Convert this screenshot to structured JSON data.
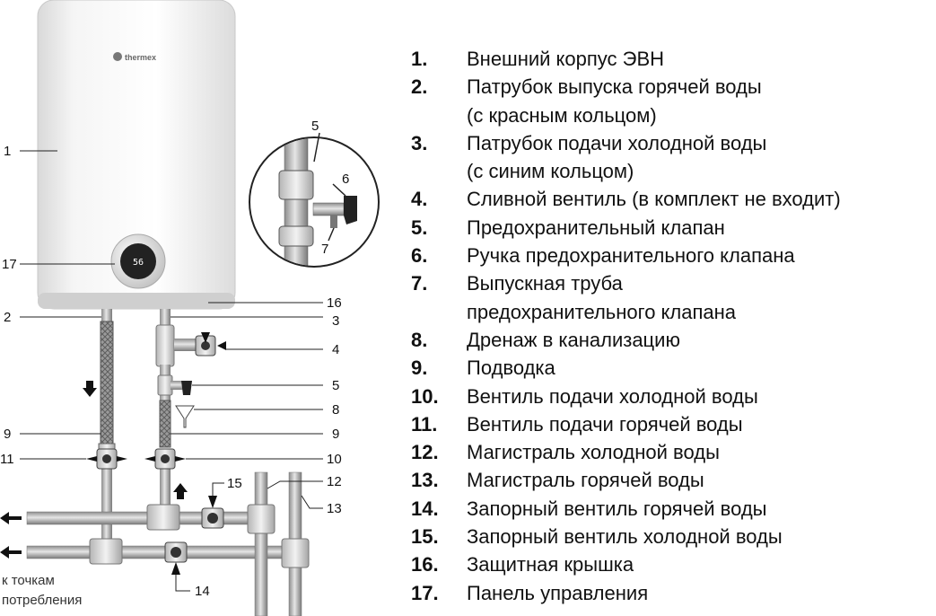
{
  "brand": "thermex",
  "display_value": "56",
  "consumer_note": [
    "к точкам",
    "потребления"
  ],
  "callouts": {
    "c1": "1",
    "c17": "17",
    "c2": "2",
    "c9l": "9",
    "c11": "11",
    "c5z": "5",
    "c6z": "6",
    "c7z": "7",
    "c16": "16",
    "c3": "3",
    "c4": "4",
    "c5": "5",
    "c8": "8",
    "c9r": "9",
    "c10": "10",
    "c15": "15",
    "c12": "12",
    "c13": "13",
    "c14": "14"
  },
  "legend": [
    {
      "num": "1.",
      "lines": [
        "Внешний корпус ЭВН"
      ]
    },
    {
      "num": "2.",
      "lines": [
        "Патрубок выпуска горячей воды",
        "(с красным кольцом)"
      ]
    },
    {
      "num": "3.",
      "lines": [
        "Патрубок подачи холодной воды",
        "(с синим кольцом)"
      ]
    },
    {
      "num": "4.",
      "lines": [
        "Сливной вентиль (в комплект не входит)"
      ]
    },
    {
      "num": "5.",
      "lines": [
        "Предохранительный клапан"
      ]
    },
    {
      "num": "6.",
      "lines": [
        "Ручка предохранительного клапана"
      ]
    },
    {
      "num": "7.",
      "lines": [
        "Выпускная труба",
        "предохранительного клапана"
      ]
    },
    {
      "num": "8.",
      "lines": [
        "Дренаж в канализацию"
      ]
    },
    {
      "num": "9.",
      "lines": [
        "Подводка"
      ]
    },
    {
      "num": "10.",
      "lines": [
        "Вентиль подачи холодной воды"
      ]
    },
    {
      "num": "11.",
      "lines": [
        "Вентиль подачи горячей воды"
      ]
    },
    {
      "num": "12.",
      "lines": [
        "Магистраль холодной воды"
      ]
    },
    {
      "num": "13.",
      "lines": [
        "Магистраль горячей воды"
      ]
    },
    {
      "num": "14.",
      "lines": [
        "Запорный вентиль горячей воды"
      ]
    },
    {
      "num": "15.",
      "lines": [
        "Запорный вентиль холодной воды"
      ]
    },
    {
      "num": "16.",
      "lines": [
        "Защитная крышка"
      ]
    },
    {
      "num": "17.",
      "lines": [
        "Панель управления"
      ]
    }
  ]
}
